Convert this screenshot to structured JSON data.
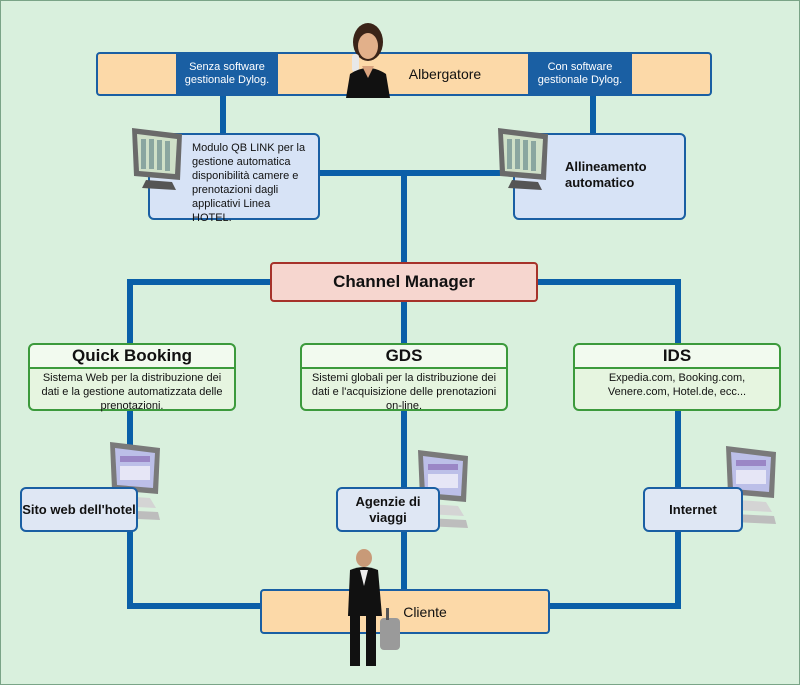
{
  "top": {
    "left_tab": "Senza software gestionale Dylog.",
    "title": "Albergatore",
    "right_tab": "Con software gestionale Dylog."
  },
  "qb_link": "Modulo QB LINK per la gestione automatica disponibilità camere e prenotazioni dagli applicativi Linea HOTEL.",
  "allineamento": "Allineamento automatico",
  "channel_manager": "Channel Manager",
  "columns": [
    {
      "title": "Quick Booking",
      "desc": "Sistema Web per la distribuzione dei dati e la gestione automatizzata delle prenotazioni."
    },
    {
      "title": "GDS",
      "desc": "Sistemi globali per la distribuzione dei dati e l'acquisizione delle prenotazioni on-line."
    },
    {
      "title": "IDS",
      "desc": "Expedia.com, Booking.com, Venere.com, Hotel.de, ecc..."
    }
  ],
  "endpoints": [
    "Sito web dell'hotel",
    "Agenzie di viaggi",
    "Internet"
  ],
  "cliente": "Cliente",
  "icons": [
    "receptionist-photo",
    "monitor-icon",
    "businessman-photo"
  ],
  "colors": {
    "line": "#0a5fa8",
    "background": "#d9f0dd",
    "orange": "#fcd9a8",
    "green_border": "#3c9a3c",
    "red_border": "#a6322a"
  }
}
